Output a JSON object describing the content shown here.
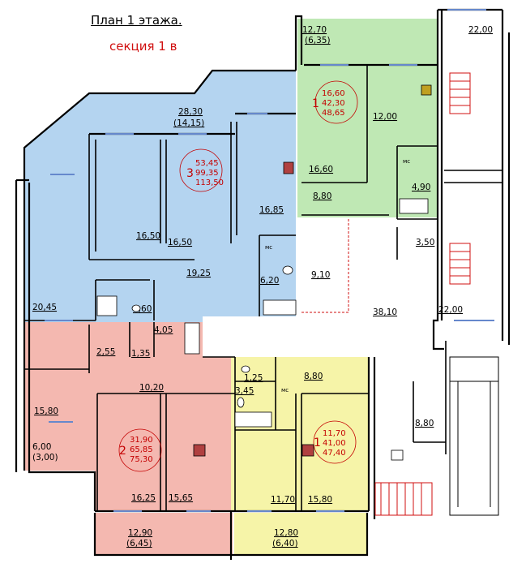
{
  "header": {
    "title": "План 1  этажа.",
    "subtitle": "секция 1  в"
  },
  "colors": {
    "apt3": "#b4d4f0",
    "apt1_top": "#bfe8b4",
    "apt2": "#f4b8b0",
    "apt1_bottom": "#f6f4a8",
    "wall": "#000000",
    "window": "#6688cc",
    "accent": "#d01010"
  },
  "labels": {
    "balcony_top_green": "12,70",
    "balcony_top_green_half": "(6,35)",
    "stair_top": "22,00",
    "balcony_blue": "28,30",
    "balcony_blue_half": "(14,15)",
    "room_green_big": "16,60",
    "room_green_right": "12,00",
    "room_green_kitchen": "8,80",
    "room_green_bath": "4,90",
    "room_blue_1": "16,85",
    "room_blue_2": "16,50",
    "room_blue_3": "16,50",
    "room_blue_living": "20,45",
    "room_blue_hall": "19,25",
    "room_blue_bath": "6,20",
    "room_blue_wc": "3,60",
    "lobby_left": "9,10",
    "corridor": "38,10",
    "stair_bottom": "22,00",
    "small_room": "3,50",
    "pink_store": "2,55",
    "pink_wc": "1,35",
    "pink_bath": "4,05",
    "pink_hall": "10,20",
    "pink_living": "15,80",
    "pink_balcony": "6,00",
    "pink_balcony_half": "(3,00)",
    "pink_room_1": "16,25",
    "pink_room_2": "15,65",
    "pink_balcony_bottom": "12,90",
    "pink_balcony_bottom_half": "(6,45)",
    "yellow_wc": "1,25",
    "yellow_bath": "3,45",
    "yellow_hall": "8,80",
    "yellow_room_1": "11,70",
    "yellow_room_2": "15,80",
    "yellow_balcony": "12,80",
    "yellow_balcony_half": "(6,40)",
    "vestibule": "8,80",
    "mc": "мс"
  },
  "summaries": {
    "apt3": {
      "rooms": "3",
      "living": "53,45",
      "total": "99,35",
      "with_balcony": "113,50"
    },
    "apt1_top": {
      "rooms": "1",
      "living": "16,60",
      "total": "42,30",
      "with_balcony": "48,65"
    },
    "apt2": {
      "rooms": "2",
      "living": "31,90",
      "total": "65,85",
      "with_balcony": "75,30"
    },
    "apt1_bottom": {
      "rooms": "1",
      "living": "11,70",
      "total": "41,00",
      "with_balcony": "47,40"
    }
  }
}
